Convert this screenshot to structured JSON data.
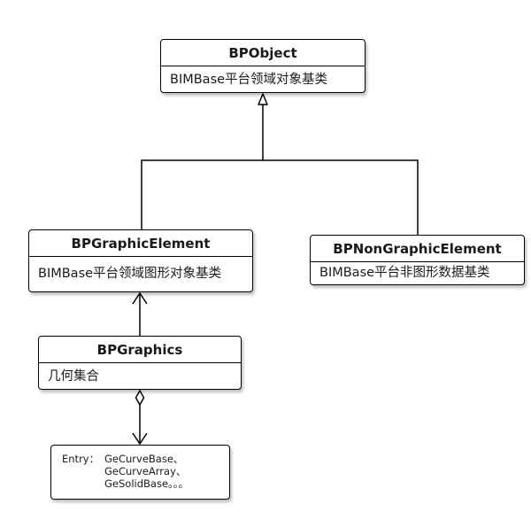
{
  "classes": {
    "bpobject": {
      "name": "BPObject",
      "description": "BIMBase平台领域对象基类"
    },
    "bpgraphicelement": {
      "name": "BPGraphicElement",
      "description": "BIMBase平台领域图形对象基类"
    },
    "bpnongraphicelement": {
      "name": "BPNonGraphicElement",
      "description": "BIMBase平台非图形数据基类"
    },
    "bpgraphics": {
      "name": "BPGraphics",
      "description": "几何集合"
    }
  },
  "note": {
    "label": "Entry：",
    "items": [
      "GeCurveBase、",
      "GeCurveArray、",
      "GeSolidBase。。。"
    ]
  },
  "relations": [
    {
      "type": "inheritance",
      "from": "BPGraphicElement",
      "to": "BPObject"
    },
    {
      "type": "inheritance",
      "from": "BPNonGraphicElement",
      "to": "BPObject"
    },
    {
      "type": "association",
      "from": "BPGraphics",
      "to": "BPGraphicElement"
    },
    {
      "type": "aggregation",
      "from": "BPGraphics",
      "to": "Entry"
    }
  ],
  "colors": {
    "stroke": "#000000",
    "background": "#ffffff",
    "text": "#1a1a1a"
  }
}
